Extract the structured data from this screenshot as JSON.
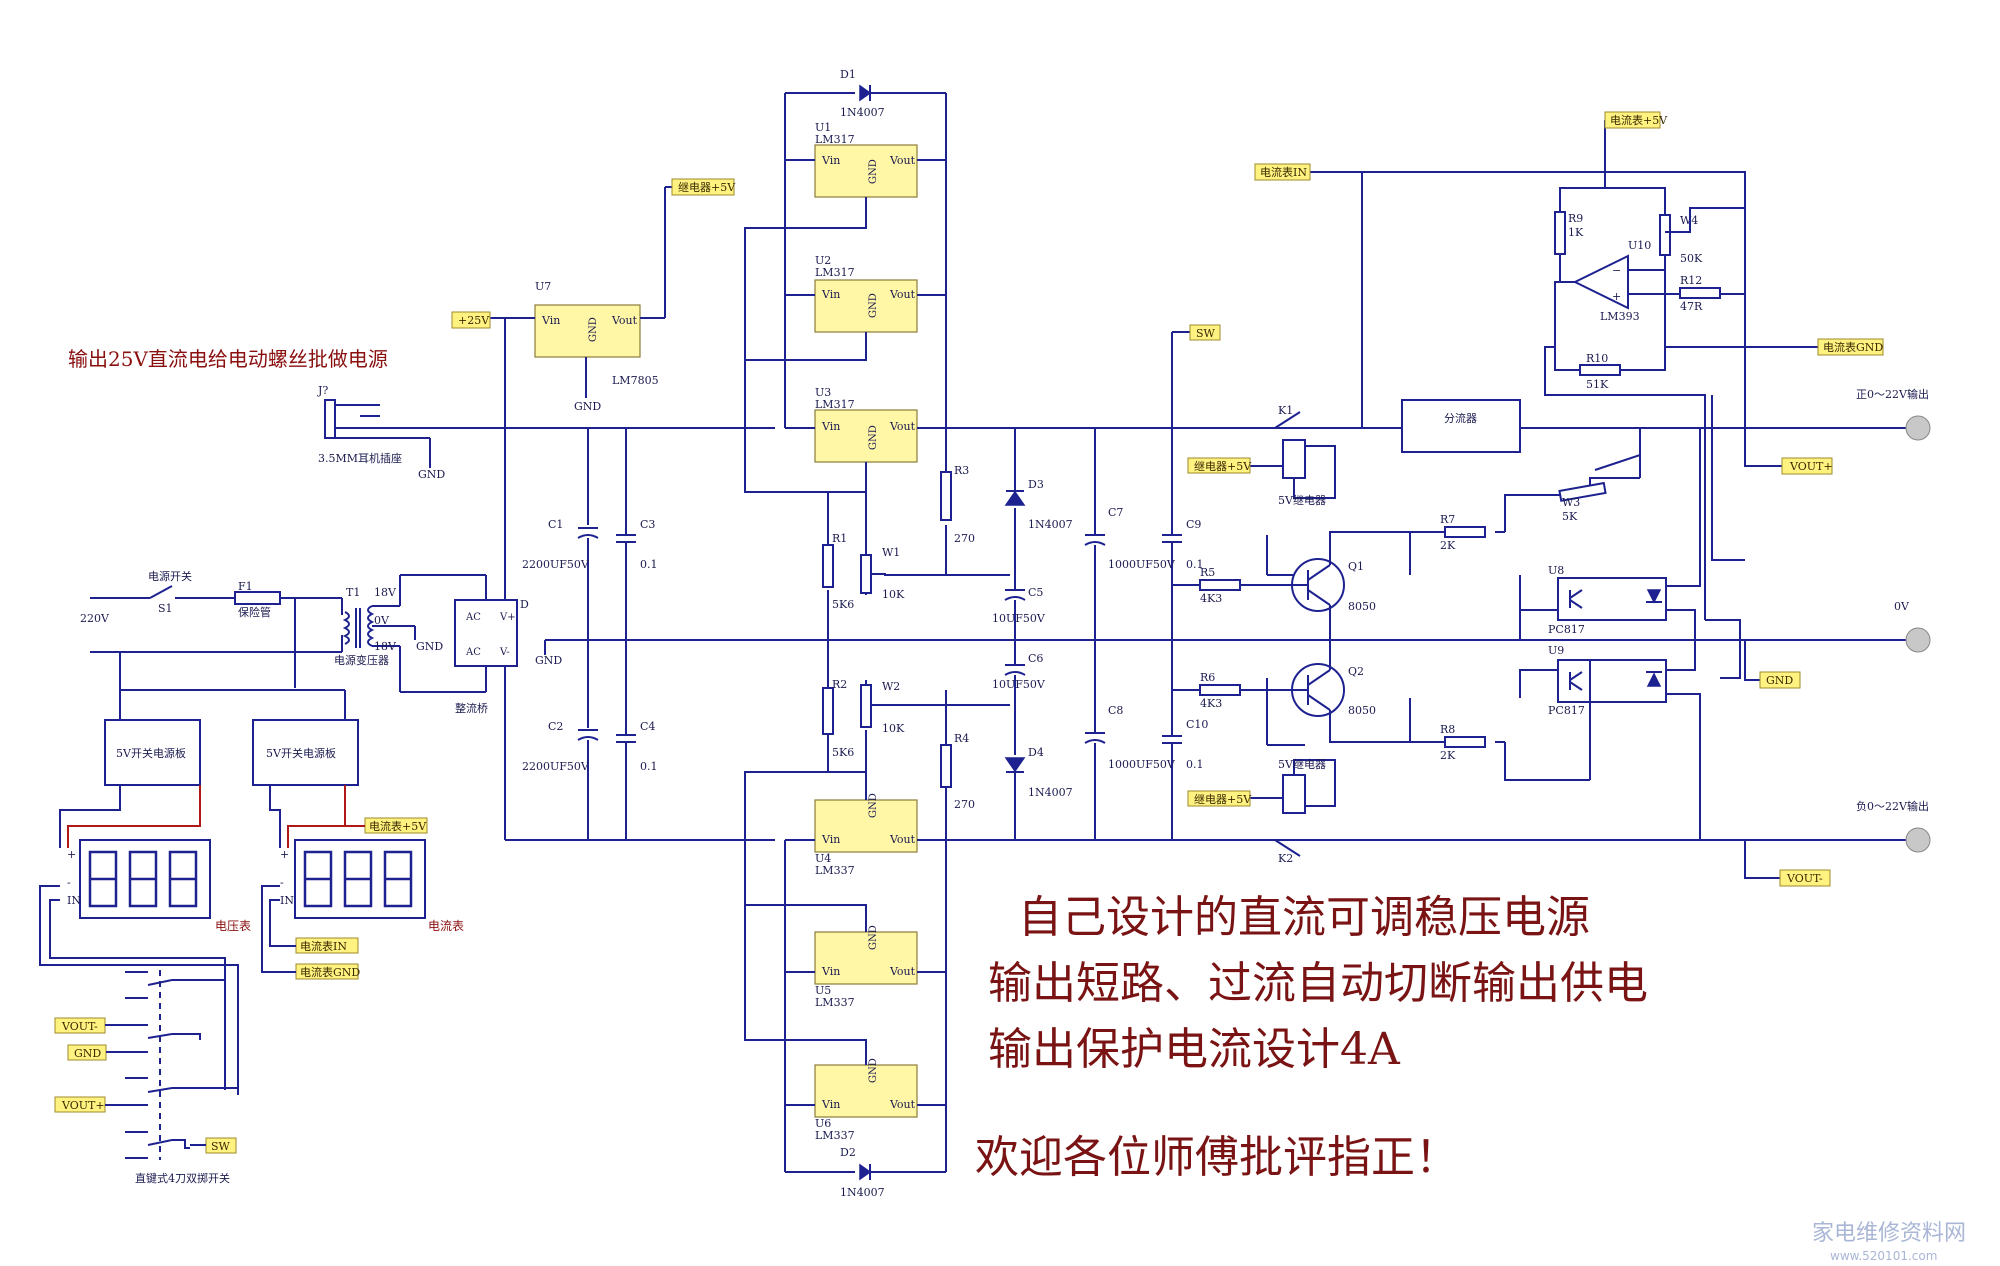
{
  "headline": {
    "title": "自己设计的直流可调稳压电源",
    "line2": "输出短路、过流自动切断输出供电",
    "line3": "输出保护电流设计4A",
    "line4": "欢迎各位师傅批评指正！"
  },
  "note": "输出25V直流电给电动螺丝批做电源",
  "watermark": {
    "site_cn": "家电维修资料网",
    "site_url": "www.520101.com"
  },
  "nets": {
    "relay5v_top": "继电器+5V",
    "v25": "+25V",
    "sw": "SW",
    "meter_in_top": "电流表IN",
    "meter_5v_top": "电流表+5V",
    "meter_gnd_right": "电流表GND",
    "vout_plus_right": "VOUT+",
    "gnd_right": "GND",
    "vout_minus_right": "VOUT-",
    "relay5v_k1": "继电器+5V",
    "relay5v_k2": "继电器+5V",
    "meter_5v_left": "电流表+5V",
    "meter_in_left": "电流表IN",
    "meter_gnd_left": "电流表GND",
    "vout_minus_left": "VOUT-",
    "gnd_left": "GND",
    "vout_plus_left": "VOUT+",
    "sw_left": "SW"
  },
  "outputs": {
    "pos": "正0～22V输出",
    "zero": "0V",
    "neg": "负0～22V输出"
  },
  "regulators": [
    {
      "ref": "U1",
      "part": "LM317",
      "pins": [
        "Vin",
        "GND",
        "Vout"
      ]
    },
    {
      "ref": "U2",
      "part": "LM317",
      "pins": [
        "Vin",
        "GND",
        "Vout"
      ]
    },
    {
      "ref": "U3",
      "part": "LM317",
      "pins": [
        "Vin",
        "GND",
        "Vout"
      ]
    },
    {
      "ref": "U4",
      "part": "LM337",
      "pins": [
        "Vin",
        "GND",
        "Vout"
      ]
    },
    {
      "ref": "U5",
      "part": "LM337",
      "pins": [
        "Vin",
        "GND",
        "Vout"
      ]
    },
    {
      "ref": "U6",
      "part": "LM337",
      "pins": [
        "Vin",
        "GND",
        "Vout"
      ]
    },
    {
      "ref": "U7",
      "part": "LM7805",
      "pins": [
        "Vin",
        "GND",
        "Vout"
      ]
    }
  ],
  "components": {
    "d1": [
      "D1",
      "1N4007"
    ],
    "d2": [
      "D2",
      "1N4007"
    ],
    "d3": [
      "D3",
      "1N4007"
    ],
    "d4": [
      "D4",
      "1N4007"
    ],
    "r1": [
      "R1",
      "5K6"
    ],
    "r2": [
      "R2",
      "5K6"
    ],
    "r3": [
      "R3",
      "270"
    ],
    "r4": [
      "R4",
      "270"
    ],
    "w1": [
      "W1",
      "10K"
    ],
    "w2": [
      "W2",
      "10K"
    ],
    "w3": [
      "W3",
      "5K"
    ],
    "w4": [
      "W4",
      "50K"
    ],
    "r5": [
      "R5",
      "4K3"
    ],
    "r6": [
      "R6",
      "4K3"
    ],
    "r7": [
      "R7",
      "2K"
    ],
    "r8": [
      "R8",
      "2K"
    ],
    "r9": [
      "R9",
      "1K"
    ],
    "r10": [
      "R10",
      "51K"
    ],
    "r12": [
      "R12",
      "47R"
    ],
    "c1": [
      "C1",
      "2200UF50V"
    ],
    "c2": [
      "C2",
      "2200UF50V"
    ],
    "c3": [
      "C3",
      "0.1"
    ],
    "c4": [
      "C4",
      "0.1"
    ],
    "c5": [
      "C5",
      "10UF50V"
    ],
    "c6": [
      "C6",
      "10UF50V"
    ],
    "c7": [
      "C7",
      "1000UF50V"
    ],
    "c8": [
      "C8",
      "1000UF50V"
    ],
    "c9": [
      "C9",
      "0.1"
    ],
    "c10": [
      "C10",
      "0.1"
    ],
    "q1": [
      "Q1",
      "8050"
    ],
    "q2": [
      "Q2",
      "8050"
    ],
    "u8": [
      "U8",
      "PC817"
    ],
    "u9": [
      "U9",
      "PC817"
    ],
    "u10": [
      "U10",
      "LM393"
    ],
    "k1": [
      "K1",
      "5V继电器"
    ],
    "k2": [
      "K2",
      "5V继电器"
    ],
    "shunt": "分流器",
    "j7": [
      "J?",
      "3.5MM耳机插座"
    ],
    "bridge": [
      "D",
      "整流桥",
      "AC",
      "AC",
      "V+",
      "V-"
    ],
    "transformer": [
      "T1",
      "电源变压器",
      "18V",
      "0V",
      "18V"
    ],
    "switch": [
      "S1",
      "电源开关"
    ],
    "fuse": [
      "F1",
      "保险管"
    ],
    "mains": "220V",
    "psu1": "5V开关电源板",
    "psu2": "5V开关电源板",
    "voltmeter": [
      "电压表",
      "IN",
      "+",
      "-"
    ],
    "ammeter": [
      "电流表",
      "IN",
      "+",
      "-"
    ],
    "selector": "直键式4刀双掷开关",
    "gnd": "GND"
  },
  "colors": {
    "wire": "#1d2290",
    "chip": "#fff6a6",
    "net_tag": "#fff280",
    "headline": "#7a1414",
    "supply_wire": "#b01818"
  }
}
